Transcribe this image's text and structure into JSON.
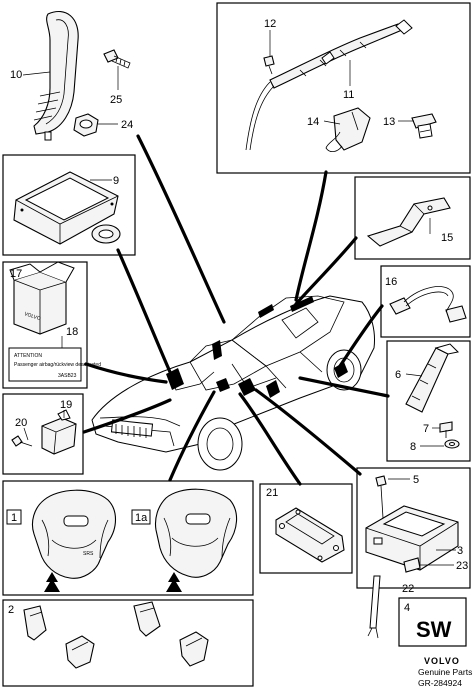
{
  "callouts": {
    "c1": "1",
    "c1a": "1a",
    "c2": "2",
    "c3": "3",
    "c4": "4",
    "c5": "5",
    "c6": "6",
    "c7": "7",
    "c8": "8",
    "c9": "9",
    "c10": "10",
    "c11": "11",
    "c12": "12",
    "c13": "13",
    "c14": "14",
    "c15": "15",
    "c16": "16",
    "c17": "17",
    "c18": "18",
    "c19": "19",
    "c20": "20",
    "c21": "21",
    "c22": "22",
    "c23": "23",
    "c24": "24",
    "c25": "25"
  },
  "market_code": "SW",
  "label_card": {
    "title": "ATTENTION",
    "line1": "Passenger airbag/rückview deactivated",
    "code": "3ASB23"
  },
  "box_print": "VOLVO",
  "footer": {
    "brand": "VOLVO",
    "subtitle": "Genuine Parts",
    "figure_id": "GR-284924"
  }
}
